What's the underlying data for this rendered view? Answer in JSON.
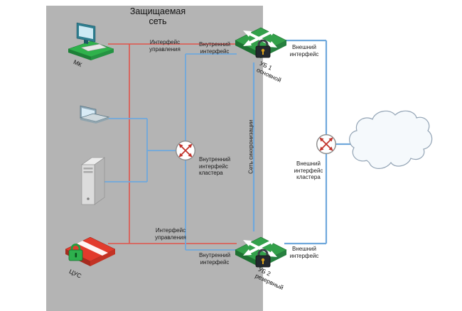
{
  "diagram": {
    "title": "Защищаемая\nсеть",
    "nodes": {
      "workstation": {
        "label": "МК"
      },
      "control_center": {
        "label": "ЦУС"
      },
      "gateway_primary": {
        "label": "УБ 1\nосновной"
      },
      "gateway_backup": {
        "label": "УБ 2\nрезервный"
      },
      "internal_cluster_router": {
        "label": "Внутренний\nинтерфейс\nкластера"
      },
      "external_cluster_router": {
        "label": "Внешний\nинтерфейс\nкластера"
      }
    },
    "edge_labels": {
      "management_top": "Интерфейс\nуправления",
      "management_bottom": "Интерфейс\nуправления",
      "internal_top": "Внутренний\nинтерфейс",
      "internal_bottom": "Внутренний\nинтерфейс",
      "external_top": "Внешний\nинтерфейс",
      "external_bottom": "Внешний\nинтерфейс",
      "sync_network": "Сеть синхронизации"
    },
    "colors": {
      "protected_area": "#b4b4b4",
      "management_line": "#e0534a",
      "network_line": "#6fa8dc"
    }
  }
}
